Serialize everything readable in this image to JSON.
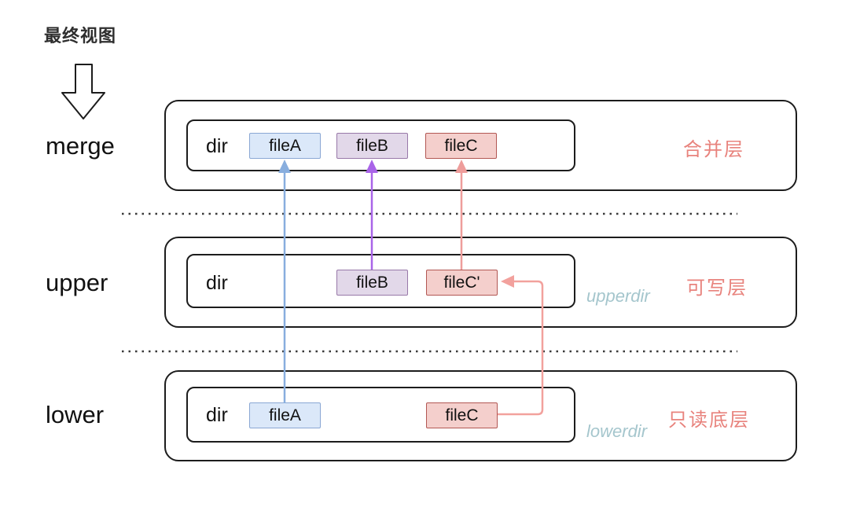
{
  "header": {
    "final_view_label": "最终视图"
  },
  "layers": [
    {
      "name": "merge",
      "dir": "dir",
      "files": [
        "fileA",
        "fileB",
        "fileC"
      ],
      "right_label": "合并层",
      "annotation": ""
    },
    {
      "name": "upper",
      "dir": "dir",
      "files": [
        "fileB",
        "fileC'"
      ],
      "right_label": "可写层",
      "annotation": "upperdir"
    },
    {
      "name": "lower",
      "dir": "dir",
      "files": [
        "fileA",
        "fileC"
      ],
      "right_label": "只读底层",
      "annotation": "lowerdir"
    }
  ],
  "colors": {
    "outline": "#1c1c1c",
    "file_blue_fill": "#dbe8f9",
    "file_blue_border": "#8aa7d4",
    "file_purple_fill": "#e2d8e9",
    "file_purple_border": "#9878a8",
    "file_red_fill": "#f4cfcc",
    "file_red_border": "#b25753",
    "right_label_salmon": "#e8837d",
    "annotation_teal": "#a5c6cd",
    "arrow_blue": "#88aede",
    "arrow_purple": "#a964e8",
    "arrow_pink": "#ee9d9b",
    "arrow_copyup": "#f2a19d",
    "dotted_separator": "#3a3a3a"
  },
  "arrows": [
    {
      "name": "fileA-lower-to-merge",
      "color": "#88aede"
    },
    {
      "name": "fileB-upper-to-merge",
      "color": "#a964e8"
    },
    {
      "name": "fileC-upper-to-merge",
      "color": "#ee9d9b"
    },
    {
      "name": "fileC-lower-copyup-to-upper",
      "color": "#f2a19d"
    }
  ]
}
